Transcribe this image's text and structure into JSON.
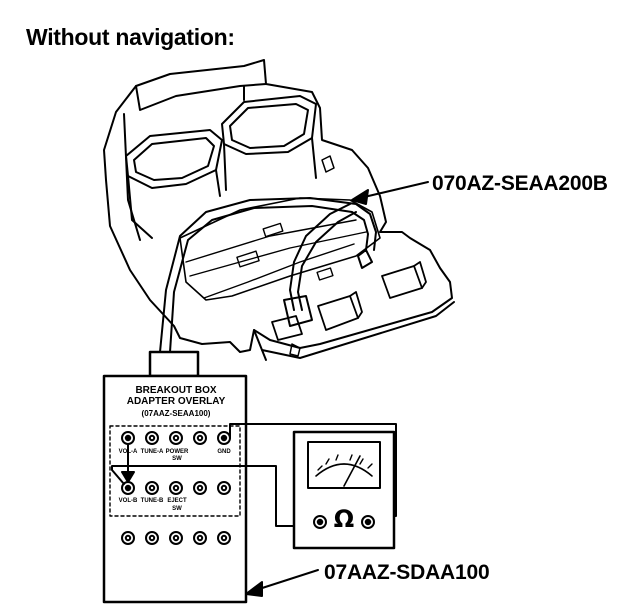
{
  "heading": "Without navigation:",
  "callouts": {
    "harness": "070AZ-SEAA200B",
    "multimeter": "07AAZ-SDAA100"
  },
  "breakout_box": {
    "title_line1": "BREAKOUT BOX",
    "title_line2": "ADAPTER OVERLAY",
    "part_number": "(07AAZ-SEAA100)",
    "row1_labels": [
      "VOL-A",
      "TUNE-A",
      "POWER",
      "GND"
    ],
    "power_sub": "SW",
    "row2_labels": [
      "VOL-B",
      "TUNE-B",
      "EJECT"
    ],
    "eject_sub": "SW"
  },
  "multimeter": {
    "unit_symbol": "Ω"
  }
}
